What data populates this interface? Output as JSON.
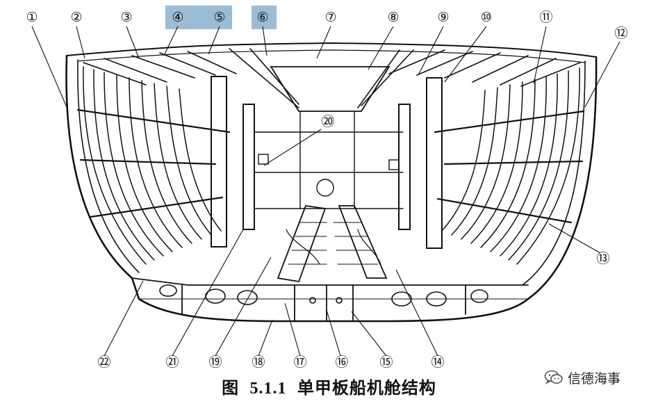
{
  "figure": {
    "labels": [
      "①",
      "②",
      "③",
      "④",
      "⑤",
      "⑥",
      "⑦",
      "⑧",
      "⑨",
      "⑩",
      "⑪",
      "⑫",
      "⑬",
      "⑳",
      "⑭",
      "⑮",
      "⑯",
      "⑰",
      "⑱",
      "⑲",
      "㉑",
      "㉒"
    ],
    "highlighted": [
      "④",
      "⑤",
      "⑥"
    ],
    "highlight_color": "#9bbcd6"
  },
  "caption": {
    "prefix": "图",
    "number": "5.1.1",
    "title": "单甲板船机舱结构"
  },
  "watermark": {
    "text": "信德海事",
    "icon": "wechat-icon"
  }
}
